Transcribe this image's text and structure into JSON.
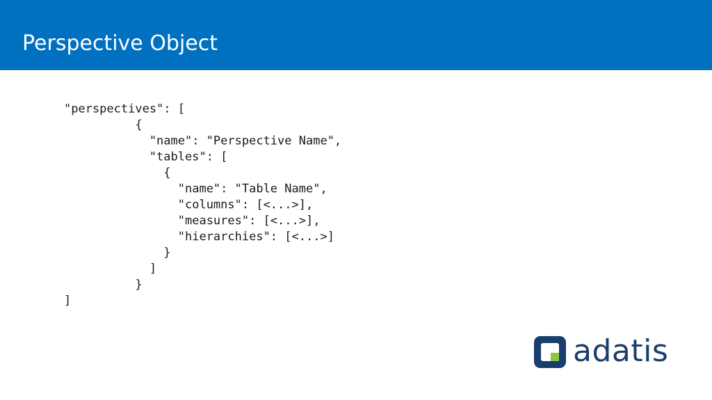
{
  "slide": {
    "title": "Perspective Object"
  },
  "code": {
    "lines": [
      "\"perspectives\": [",
      "          {",
      "            \"name\": \"Perspective Name\",",
      "            \"tables\": [",
      "              {",
      "                \"name\": \"Table Name\",",
      "                \"columns\": [<...>],",
      "                \"measures\": [<...>],",
      "                \"hierarchies\": [<...>]",
      "              }",
      "            ]",
      "          }",
      "]"
    ]
  },
  "logo": {
    "text": "adatis",
    "colors": {
      "dark": "#1a3d6e",
      "accent": "#8cc63f"
    }
  },
  "colors": {
    "header": "#0070c0",
    "title_text": "#ffffff"
  }
}
